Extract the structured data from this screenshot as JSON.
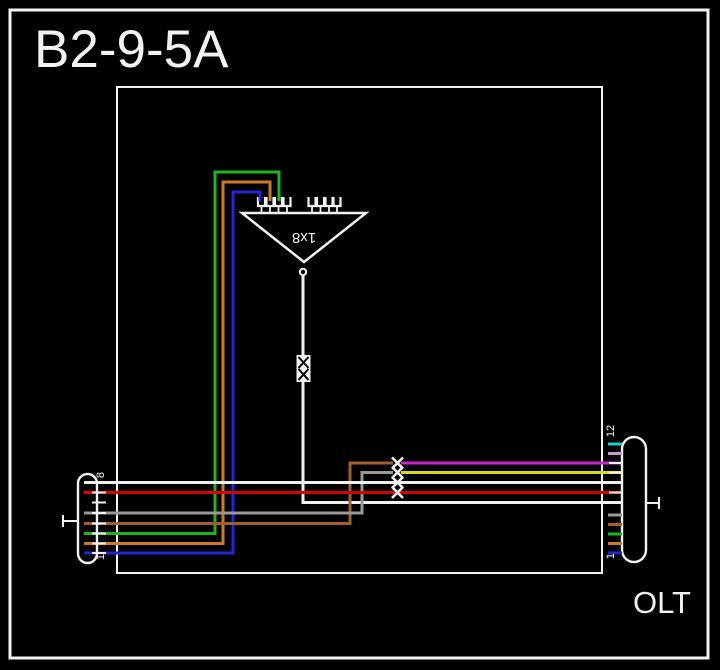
{
  "title": "B2-9-5A",
  "olt_label": "OLT",
  "splitter": {
    "label": "1x8",
    "output_port_count": 8,
    "connected_output_colors": [
      "blue",
      "orange",
      "green"
    ],
    "input": "white feed fiber with inline closure mark"
  },
  "left_connector": {
    "top_label": "8",
    "bottom_label": "1",
    "port_count": 8,
    "port_colors_bottom_to_top": [
      "blue",
      "orange",
      "green",
      "brown",
      "slate",
      "white",
      "red",
      "black"
    ]
  },
  "right_connector": {
    "top_label": "12",
    "bottom_label": "1",
    "port_count": 12,
    "port_colors_bottom_to_top": [
      "blue",
      "orange",
      "green",
      "brown",
      "slate",
      "white",
      "red",
      "black",
      "yellow",
      "violet",
      "rose",
      "aqua"
    ]
  },
  "splice_count": 4,
  "colors": {
    "background": "#000000",
    "line_white": "#F2F2F2",
    "blue": "#2525D2",
    "orange": "#CC7A28",
    "green": "#1EB41E",
    "brown": "#A06030",
    "slate": "#989898",
    "white_fiber": "#F0F0F0",
    "red": "#D40000",
    "black_fiber_drawn": "#F0F0F0",
    "yellow": "#D8D820",
    "violet": "#C828C8",
    "rose": "#C89CC8",
    "aqua": "#28C8C8"
  }
}
